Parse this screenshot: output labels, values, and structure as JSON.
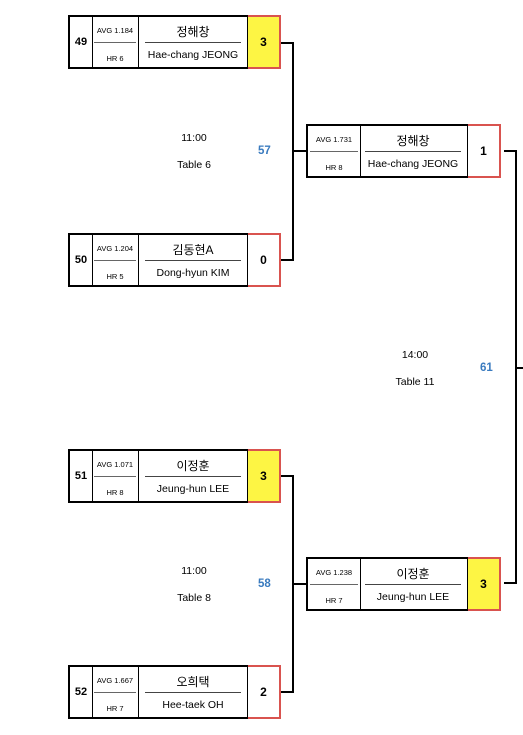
{
  "matches": {
    "m49": {
      "seed": "49",
      "top": {
        "avg": "AVG 1.184",
        "hr": "HR 6",
        "ko": "정해창",
        "en": "Hae-chang JEONG",
        "score": "3"
      }
    },
    "m50": {
      "seed": "50",
      "top": {
        "avg": "AVG 1.204",
        "hr": "HR 5",
        "ko": "김동현A",
        "en": "Dong-hyun KIM",
        "score": "0"
      }
    },
    "m51": {
      "seed": "51",
      "top": {
        "avg": "AVG 1.071",
        "hr": "HR 8",
        "ko": "이정훈",
        "en": "Jeung-hun LEE",
        "score": "3"
      }
    },
    "m52": {
      "seed": "52",
      "top": {
        "avg": "AVG 1.667",
        "hr": "HR 7",
        "ko": "오희택",
        "en": "Hee-taek OH",
        "score": "2"
      }
    },
    "r57": {
      "avg": "AVG 1.731",
      "hr": "HR 8",
      "ko": "정해창",
      "en": "Hae-chang JEONG",
      "score": "1"
    },
    "r58": {
      "avg": "AVG 1.238",
      "hr": "HR 7",
      "ko": "이정훈",
      "en": "Jeung-hun LEE",
      "score": "3"
    }
  },
  "schedule": {
    "g57": {
      "time": "11:00",
      "table": "Table 6",
      "no": "57"
    },
    "g58": {
      "time": "11:00",
      "table": "Table 8",
      "no": "58"
    },
    "g61": {
      "time": "14:00",
      "table": "Table 11",
      "no": "61"
    }
  },
  "colors": {
    "winner": "#fdf544",
    "score_border": "#d9534f",
    "match_no": "#3a7bbf"
  }
}
